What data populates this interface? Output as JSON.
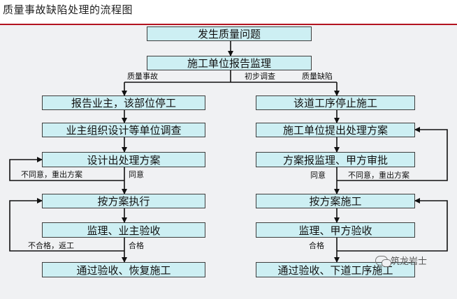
{
  "title": "质量事故缺陷处理的流程图",
  "nodes": {
    "start": "发生质量问题",
    "report_supervisor": "施工单位报告监理",
    "left_1": "报告业主，该部位停工",
    "left_2": "业主组织设计等单位调查",
    "left_3": "设计出处理方案",
    "left_4": "按方案执行",
    "left_5": "监理、业主验收",
    "left_6": "通过验收、恢复施工",
    "right_1": "该道工序停止施工",
    "right_2": "施工单位提出处理方案",
    "right_3": "方案报监理、甲方审批",
    "right_4": "按方案施工",
    "right_5": "监理、甲方验收",
    "right_6": "通过验收、下道工序施工"
  },
  "edge_labels": {
    "quality_accident": "质量事故",
    "initial_investigation": "初步调查",
    "quality_defect": "质量缺陷",
    "left_disagree": "不同意，重出方案",
    "left_agree": "同意",
    "left_fail": "不合格，返工",
    "left_pass": "合格",
    "right_agree": "同意",
    "right_disagree": "不同意，重出方案",
    "right_pass": "合格"
  },
  "watermark": "筑龙岩士",
  "colors": {
    "box_fill": "#cdeff3",
    "box_border": "#3d3d3d",
    "accent_line": "#b3121f",
    "panel_bg": "#f0f1f3"
  }
}
